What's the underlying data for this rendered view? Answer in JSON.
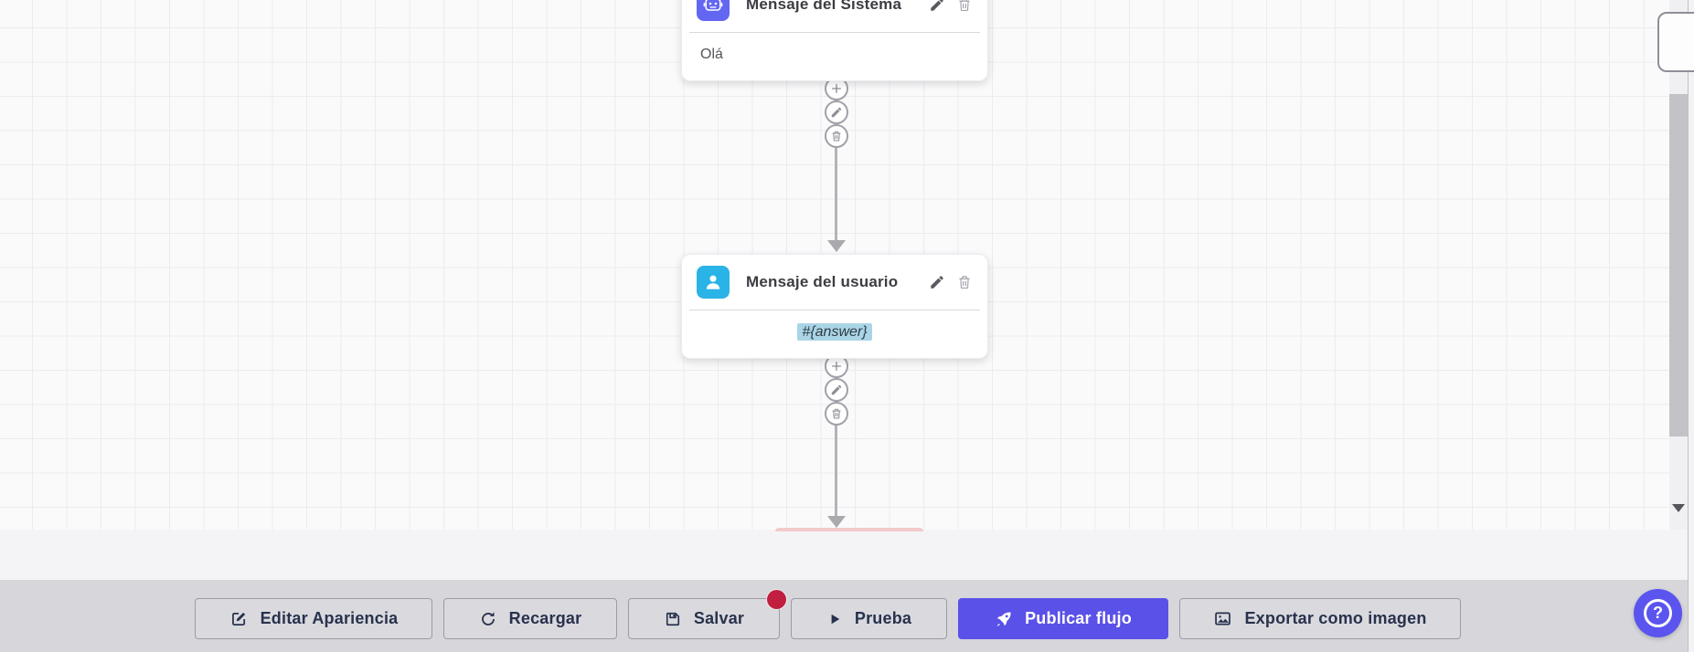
{
  "canvas": {
    "background": "#fafafb",
    "grid_color": "#ececef",
    "nodes": [
      {
        "title": "Mensaje del Sistema",
        "content": "Olá",
        "icon": "robot-icon",
        "icon_bg": "#6366f1",
        "actions": {
          "edit": "edit-node",
          "delete": "delete-node"
        }
      },
      {
        "title": "Mensaje del usuario",
        "content": "#{answer}",
        "icon": "user-icon",
        "icon_bg": "#2ab3e6",
        "content_highlight_bg": "#aad5e7",
        "actions": {
          "edit": "edit-node",
          "delete": "delete-node"
        }
      }
    ],
    "connector_buttons": [
      "add-step",
      "edit-connection",
      "delete-connection"
    ]
  },
  "toolbar": {
    "background": "#d6d6db",
    "buttons": [
      {
        "label": "Editar Apariencia",
        "icon": "edit-icon"
      },
      {
        "label": "Recargar",
        "icon": "refresh-icon"
      },
      {
        "label": "Salvar",
        "icon": "save-icon",
        "has_badge": true,
        "badge_color": "#c01f3f"
      },
      {
        "label": "Prueba",
        "icon": "play-icon"
      },
      {
        "label": "Publicar flujo",
        "icon": "rocket-icon",
        "primary": true,
        "background": "#5a51e8"
      },
      {
        "label": "Exportar como imagen",
        "icon": "image-icon"
      }
    ]
  },
  "help": {
    "label": "?",
    "background": "#5b54ee"
  }
}
